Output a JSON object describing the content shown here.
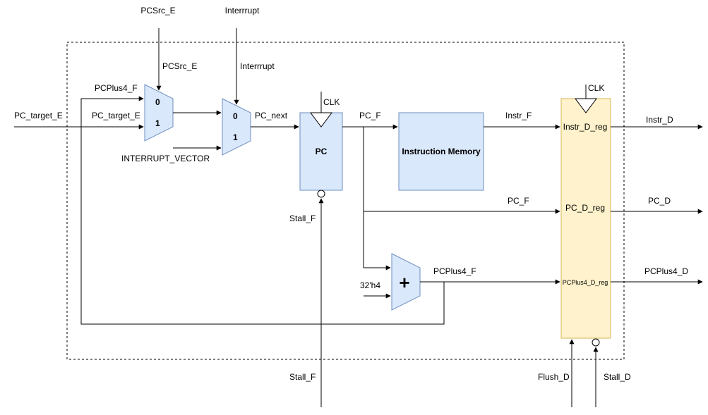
{
  "colors": {
    "block_fill": "#dae8fc",
    "block_stroke": "#6c8ebf",
    "register_fill": "#fff2cc",
    "register_stroke": "#d6b656"
  },
  "blocks": {
    "mux1": {
      "in0": "0",
      "in1": "1"
    },
    "mux2": {
      "in0": "0",
      "in1": "1"
    },
    "pc": "PC",
    "instruction_memory": "Instruction Memory",
    "adder": "+",
    "instr_d_reg": "Instr_D_reg",
    "pc_d_reg": "PC_D_reg",
    "pcplus4_d_reg": "PCPlus4_D_reg"
  },
  "labels": {
    "pcsrc_e_top": "PCSrc_E",
    "interrupt_top": "Interrrupt",
    "pcsrc_e_mux": "PCSrc_E",
    "interrupt_mux": "Interrrupt",
    "pcplus4_f_mux": "PCPlus4_F",
    "pc_target_e_mux": "PC_target_E",
    "pc_target_e_in": "PC_target_E",
    "interrupt_vector": "INTERRUPT_VECTOR",
    "pc_next": "PC_next",
    "clk_pc": "CLK",
    "pc_f_out": "PC_F",
    "stall_f_inner": "Stall_F",
    "instr_f": "Instr_F",
    "clk_reg": "CLK",
    "instr_d": "Instr_D",
    "pc_f_reg": "PC_F",
    "pc_d": "PC_D",
    "pcplus4_f_adder": "PCPlus4_F",
    "const_32h4": "32'h4",
    "pcplus4_d": "PCPlus4_D",
    "stall_f_bottom": "Stall_F",
    "flush_d": "Flush_D",
    "stall_d": "Stall_D"
  }
}
